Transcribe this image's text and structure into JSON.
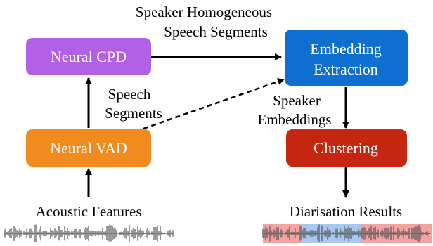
{
  "boxes": {
    "neural_cpd": {
      "label": "Neural CPD",
      "color": "#b260e6"
    },
    "neural_vad": {
      "label": "Neural VAD",
      "color": "#f28b1e"
    },
    "embedding_extraction": {
      "label_line1": "Embedding",
      "label_line2": "Extraction",
      "color": "#0f6fd0"
    },
    "clustering": {
      "label": "Clustering",
      "color": "#c4260f"
    }
  },
  "labels": {
    "speaker_homogeneous_line1": "Speaker Homogeneous",
    "speaker_homogeneous_line2": "Speech Segments",
    "speech_segments_line1": "Speech",
    "speech_segments_line2": "Segments",
    "speaker_embeddings_line1": "Speaker",
    "speaker_embeddings_line2": "Embeddings",
    "acoustic_features": "Acoustic Features",
    "diarisation_results": "Diarisation Results"
  },
  "waveform_colors": {
    "wave": "#555555",
    "segment_speaker_a": "#f4a3a3",
    "segment_speaker_b": "#a9c8ef"
  }
}
